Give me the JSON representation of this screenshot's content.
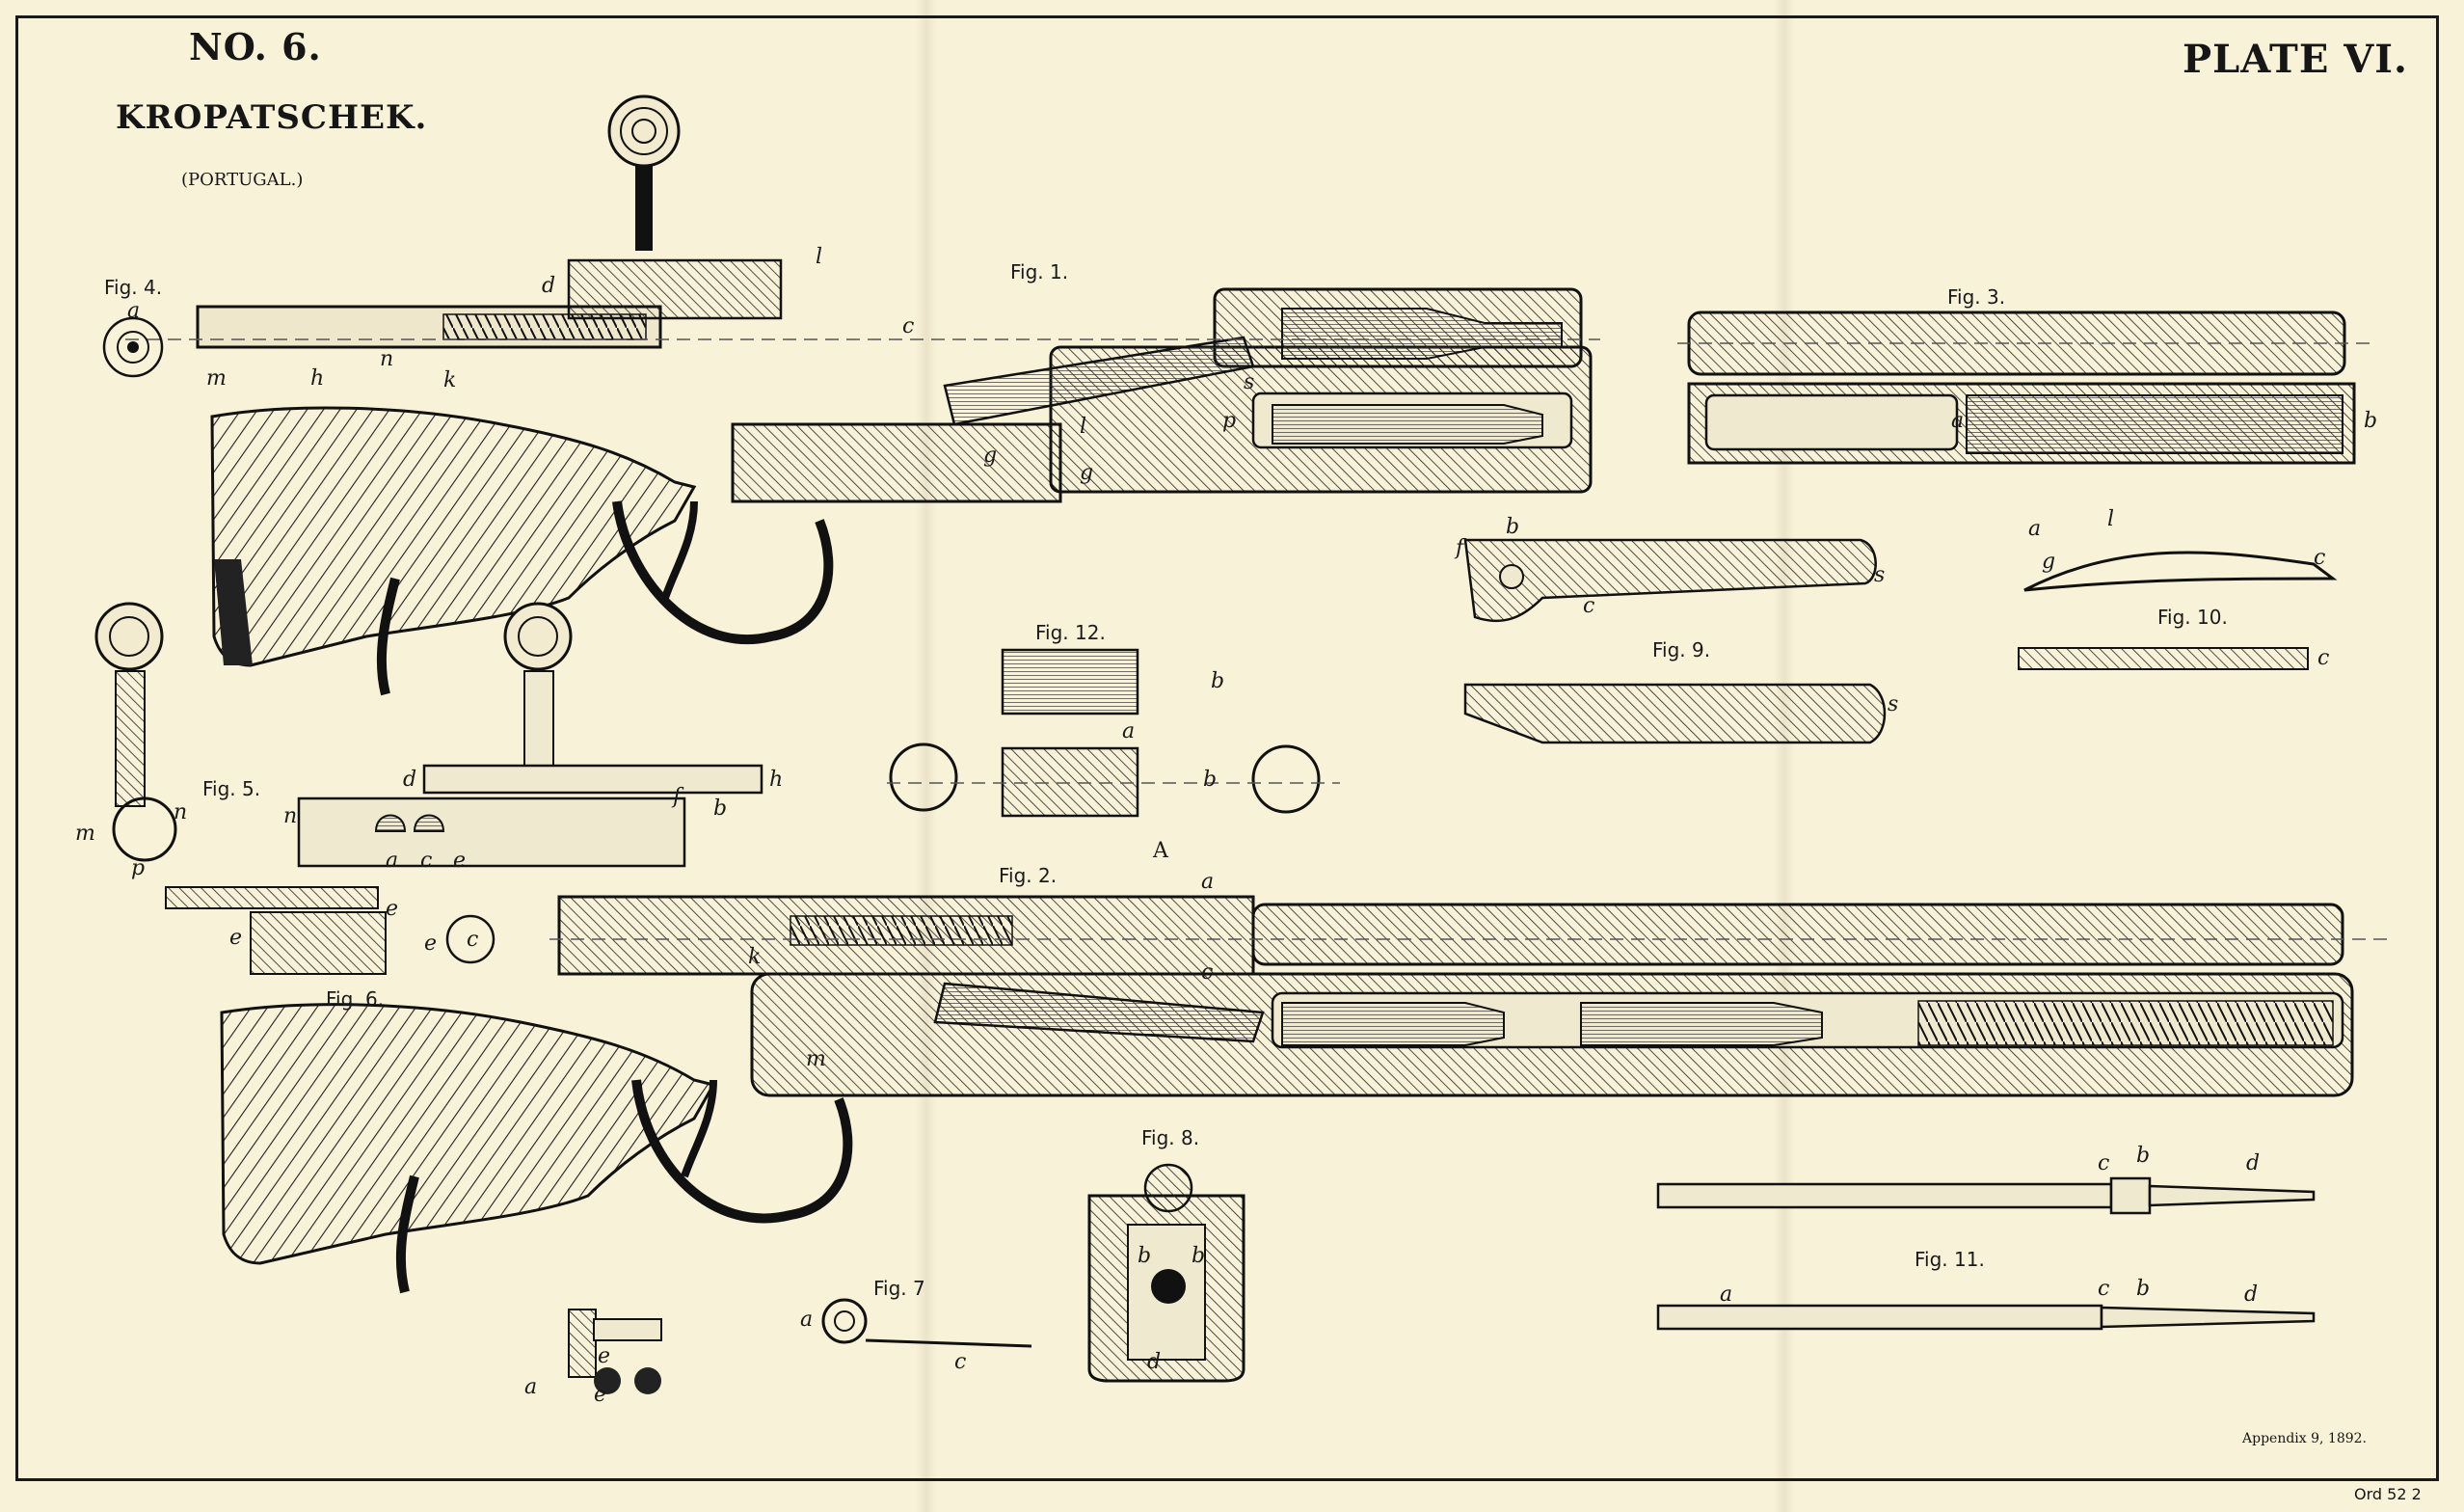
{
  "plate": {
    "number": "NO. 6.",
    "name": "KROPATSCHEK.",
    "country": "(PORTUGAL.)",
    "plate": "PLATE VI.",
    "appendix": "Appendix 9, 1892.",
    "ord": "Ord 52 2"
  },
  "figures": {
    "fig1": "Fig. 1.",
    "fig2": "Fig. 2.",
    "fig3": "Fig. 3.",
    "fig4": "Fig. 4.",
    "fig5": "Fig. 5.",
    "fig6": "Fig. 6.",
    "fig7": "Fig. 7",
    "fig8": "Fig. 8.",
    "fig9": "Fig. 9.",
    "fig10": "Fig. 10.",
    "fig11": "Fig. 11.",
    "fig12": "Fig. 12."
  },
  "labels": {
    "fig1": [
      "m",
      "h",
      "n",
      "k",
      "d",
      "l",
      "c",
      "l",
      "p",
      "s",
      "l",
      "g",
      "g"
    ],
    "fig3": [
      "b",
      "a"
    ],
    "fig2": [
      "A",
      "a",
      "c",
      "m",
      "k"
    ],
    "fig4": [
      "a"
    ],
    "fig5": [
      "d",
      "h",
      "n",
      "f",
      "b",
      "a",
      "c",
      "e",
      "m",
      "n",
      "p"
    ],
    "fig6": [
      "e",
      "e",
      "e",
      "c"
    ],
    "fig7": [
      "a",
      "c",
      "e",
      "e",
      "a"
    ],
    "fig8": [
      "b",
      "b",
      "d"
    ],
    "fig9": [
      "f",
      "b",
      "c",
      "s",
      "s"
    ],
    "fig10": [
      "a",
      "l",
      "g",
      "c",
      "c"
    ],
    "fig11": [
      "c",
      "b",
      "d",
      "a",
      "c",
      "b",
      "d"
    ],
    "fig12": [
      "b",
      "b",
      "a"
    ]
  }
}
